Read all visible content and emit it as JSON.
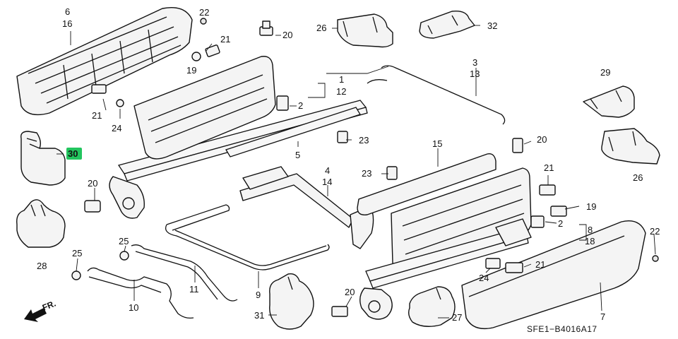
{
  "callouts": [
    {
      "id": "c6",
      "text": "6"
    },
    {
      "id": "c16",
      "text": "16"
    },
    {
      "id": "c22a",
      "text": "22"
    },
    {
      "id": "c21a",
      "text": "21"
    },
    {
      "id": "c20a",
      "text": "20"
    },
    {
      "id": "c26a",
      "text": "26"
    },
    {
      "id": "c32",
      "text": "32"
    },
    {
      "id": "c19a",
      "text": "19"
    },
    {
      "id": "c3",
      "text": "3"
    },
    {
      "id": "c13",
      "text": "13"
    },
    {
      "id": "c1",
      "text": "1"
    },
    {
      "id": "c12",
      "text": "12"
    },
    {
      "id": "c29",
      "text": "29"
    },
    {
      "id": "c21b",
      "text": "21"
    },
    {
      "id": "c2a",
      "text": "2"
    },
    {
      "id": "c24a",
      "text": "24"
    },
    {
      "id": "c23a",
      "text": "23"
    },
    {
      "id": "c5",
      "text": "5"
    },
    {
      "id": "c20b",
      "text": "20"
    },
    {
      "id": "c30",
      "text": "30"
    },
    {
      "id": "c15",
      "text": "15"
    },
    {
      "id": "c26b",
      "text": "26"
    },
    {
      "id": "c4",
      "text": "4"
    },
    {
      "id": "c14",
      "text": "14"
    },
    {
      "id": "c23b",
      "text": "23"
    },
    {
      "id": "c21c",
      "text": "21"
    },
    {
      "id": "c20c",
      "text": "20"
    },
    {
      "id": "c19b",
      "text": "19"
    },
    {
      "id": "c2b",
      "text": "2"
    },
    {
      "id": "c8",
      "text": "8"
    },
    {
      "id": "c18",
      "text": "18"
    },
    {
      "id": "c22b",
      "text": "22"
    },
    {
      "id": "c25a",
      "text": "25"
    },
    {
      "id": "c25b",
      "text": "25"
    },
    {
      "id": "c28",
      "text": "28"
    },
    {
      "id": "c11",
      "text": "11"
    },
    {
      "id": "c10",
      "text": "10"
    },
    {
      "id": "c9",
      "text": "9"
    },
    {
      "id": "c24b",
      "text": "24"
    },
    {
      "id": "c21d",
      "text": "21"
    },
    {
      "id": "c20d",
      "text": "20"
    },
    {
      "id": "c31",
      "text": "31"
    },
    {
      "id": "c27",
      "text": "27"
    },
    {
      "id": "c7",
      "text": "7"
    }
  ],
  "highlight_part": "30",
  "front_arrow_label": "FR.",
  "diagram_code": "SFE1−B4016A17",
  "colors": {
    "highlight": "#22c55e",
    "line": "#111111",
    "background": "#ffffff"
  }
}
